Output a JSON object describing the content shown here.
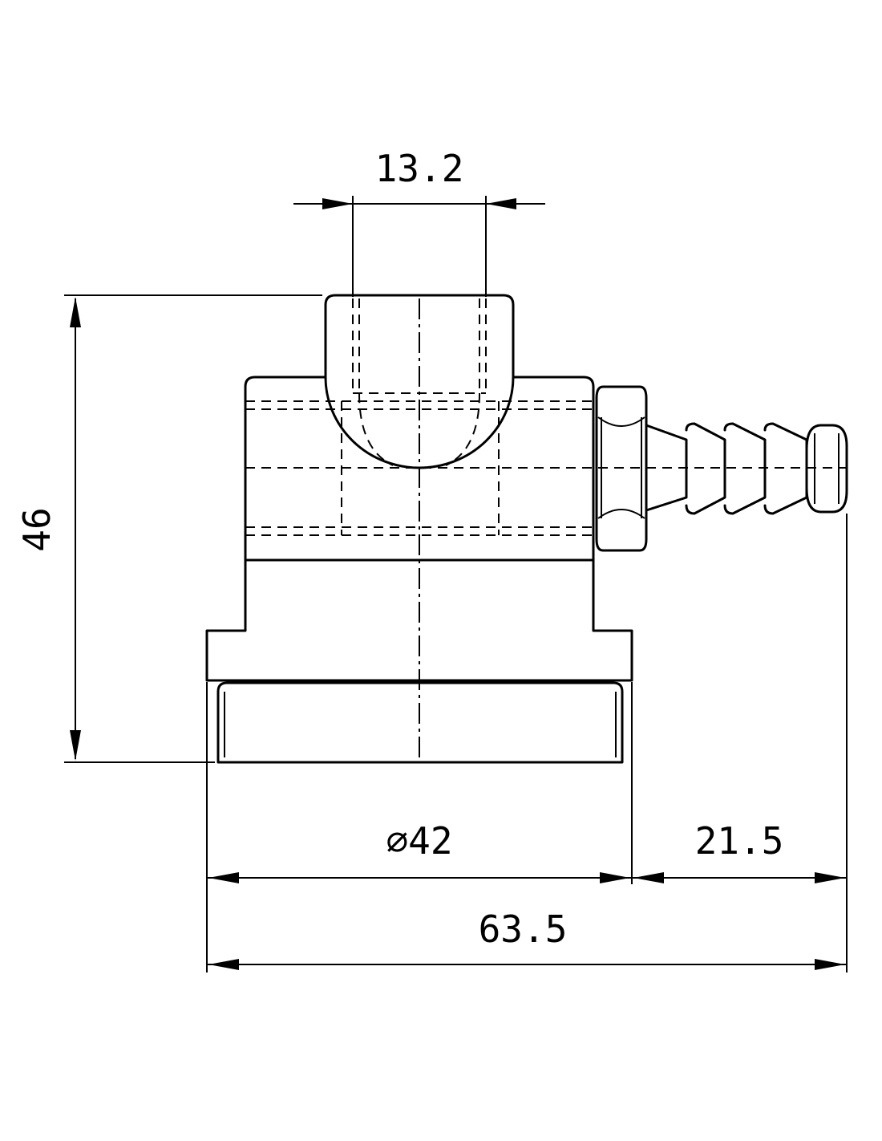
{
  "dimensions": {
    "hole_width": "13.2",
    "total_height": "46",
    "base_diameter": "⌀42",
    "hose_length": "21.5",
    "total_width": "63.5"
  }
}
